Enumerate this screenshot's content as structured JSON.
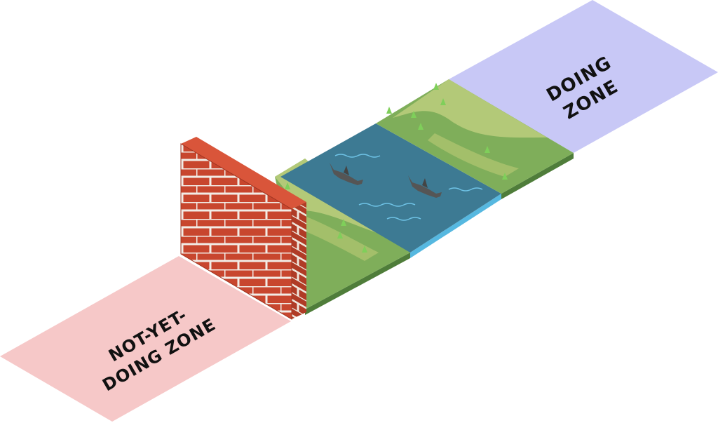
{
  "zones": {
    "start": {
      "line1": "NOT-YET-",
      "line2": "DOING ZONE"
    },
    "end": {
      "line1": "DOING",
      "line2": "ZONE"
    }
  },
  "colors": {
    "start_zone": "#f6c8c8",
    "end_zone": "#c8c8f6",
    "brick": "#c8462e",
    "mortar": "#f2ece6",
    "grass_light": "#b3c978",
    "grass_dark": "#7fae5a",
    "river": "#3d7a93",
    "river_edge": "#56b8e0",
    "shark": "#555555"
  },
  "icons": [
    "brick-wall-icon",
    "shark-icon",
    "tree-icon",
    "water-wave-icon"
  ]
}
